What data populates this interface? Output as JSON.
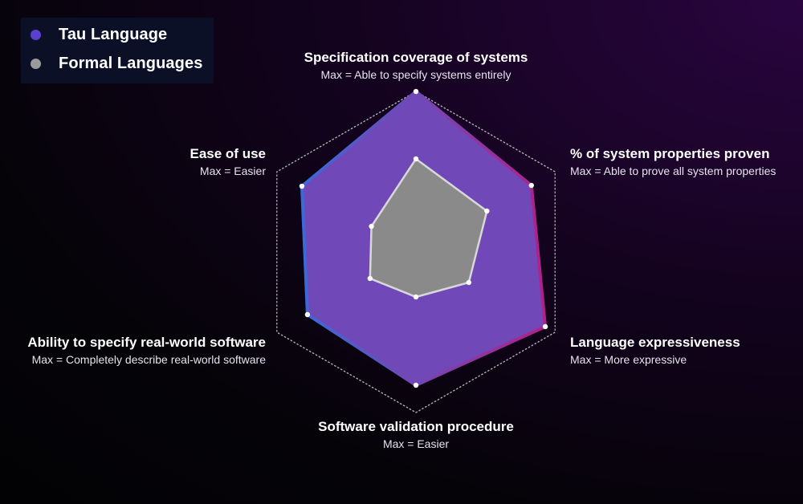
{
  "legend": {
    "items": [
      {
        "label": "Tau Language",
        "color": "#5b3fd0"
      },
      {
        "label": "Formal Languages",
        "color": "#9a9a9a"
      }
    ]
  },
  "colors": {
    "tau_fill": "#7048b8",
    "tau_stroke_start": "#3a6ad8",
    "tau_stroke_end": "#b0208a",
    "formal_fill": "#8a8a8a",
    "formal_stroke": "#d8d8d8",
    "grid": "#d0d0d0"
  },
  "chart_data": {
    "type": "radar",
    "max": 10,
    "grid_levels": [
      2.5,
      5,
      7.5,
      10
    ],
    "axes": [
      {
        "title": "Specification coverage of systems",
        "subtitle": "Max = Able to specify systems entirely"
      },
      {
        "title": "% of system properties proven",
        "subtitle": "Max = Able to prove all system properties"
      },
      {
        "title": "Language expressiveness",
        "subtitle": "Max = More expressive"
      },
      {
        "title": "Software validation procedure",
        "subtitle": "Max = Easier"
      },
      {
        "title": "Ability to specify real-world software",
        "subtitle": "Max = Completely describe real-world software"
      },
      {
        "title": "Ease of use",
        "subtitle": "Max = Easier"
      }
    ],
    "series": [
      {
        "name": "Tau Language",
        "values": [
          10,
          8.3,
          9.3,
          8.3,
          7.8,
          8.2
        ]
      },
      {
        "name": "Formal Languages",
        "values": [
          5.8,
          5.1,
          3.8,
          2.8,
          3.3,
          3.2
        ]
      }
    ]
  }
}
